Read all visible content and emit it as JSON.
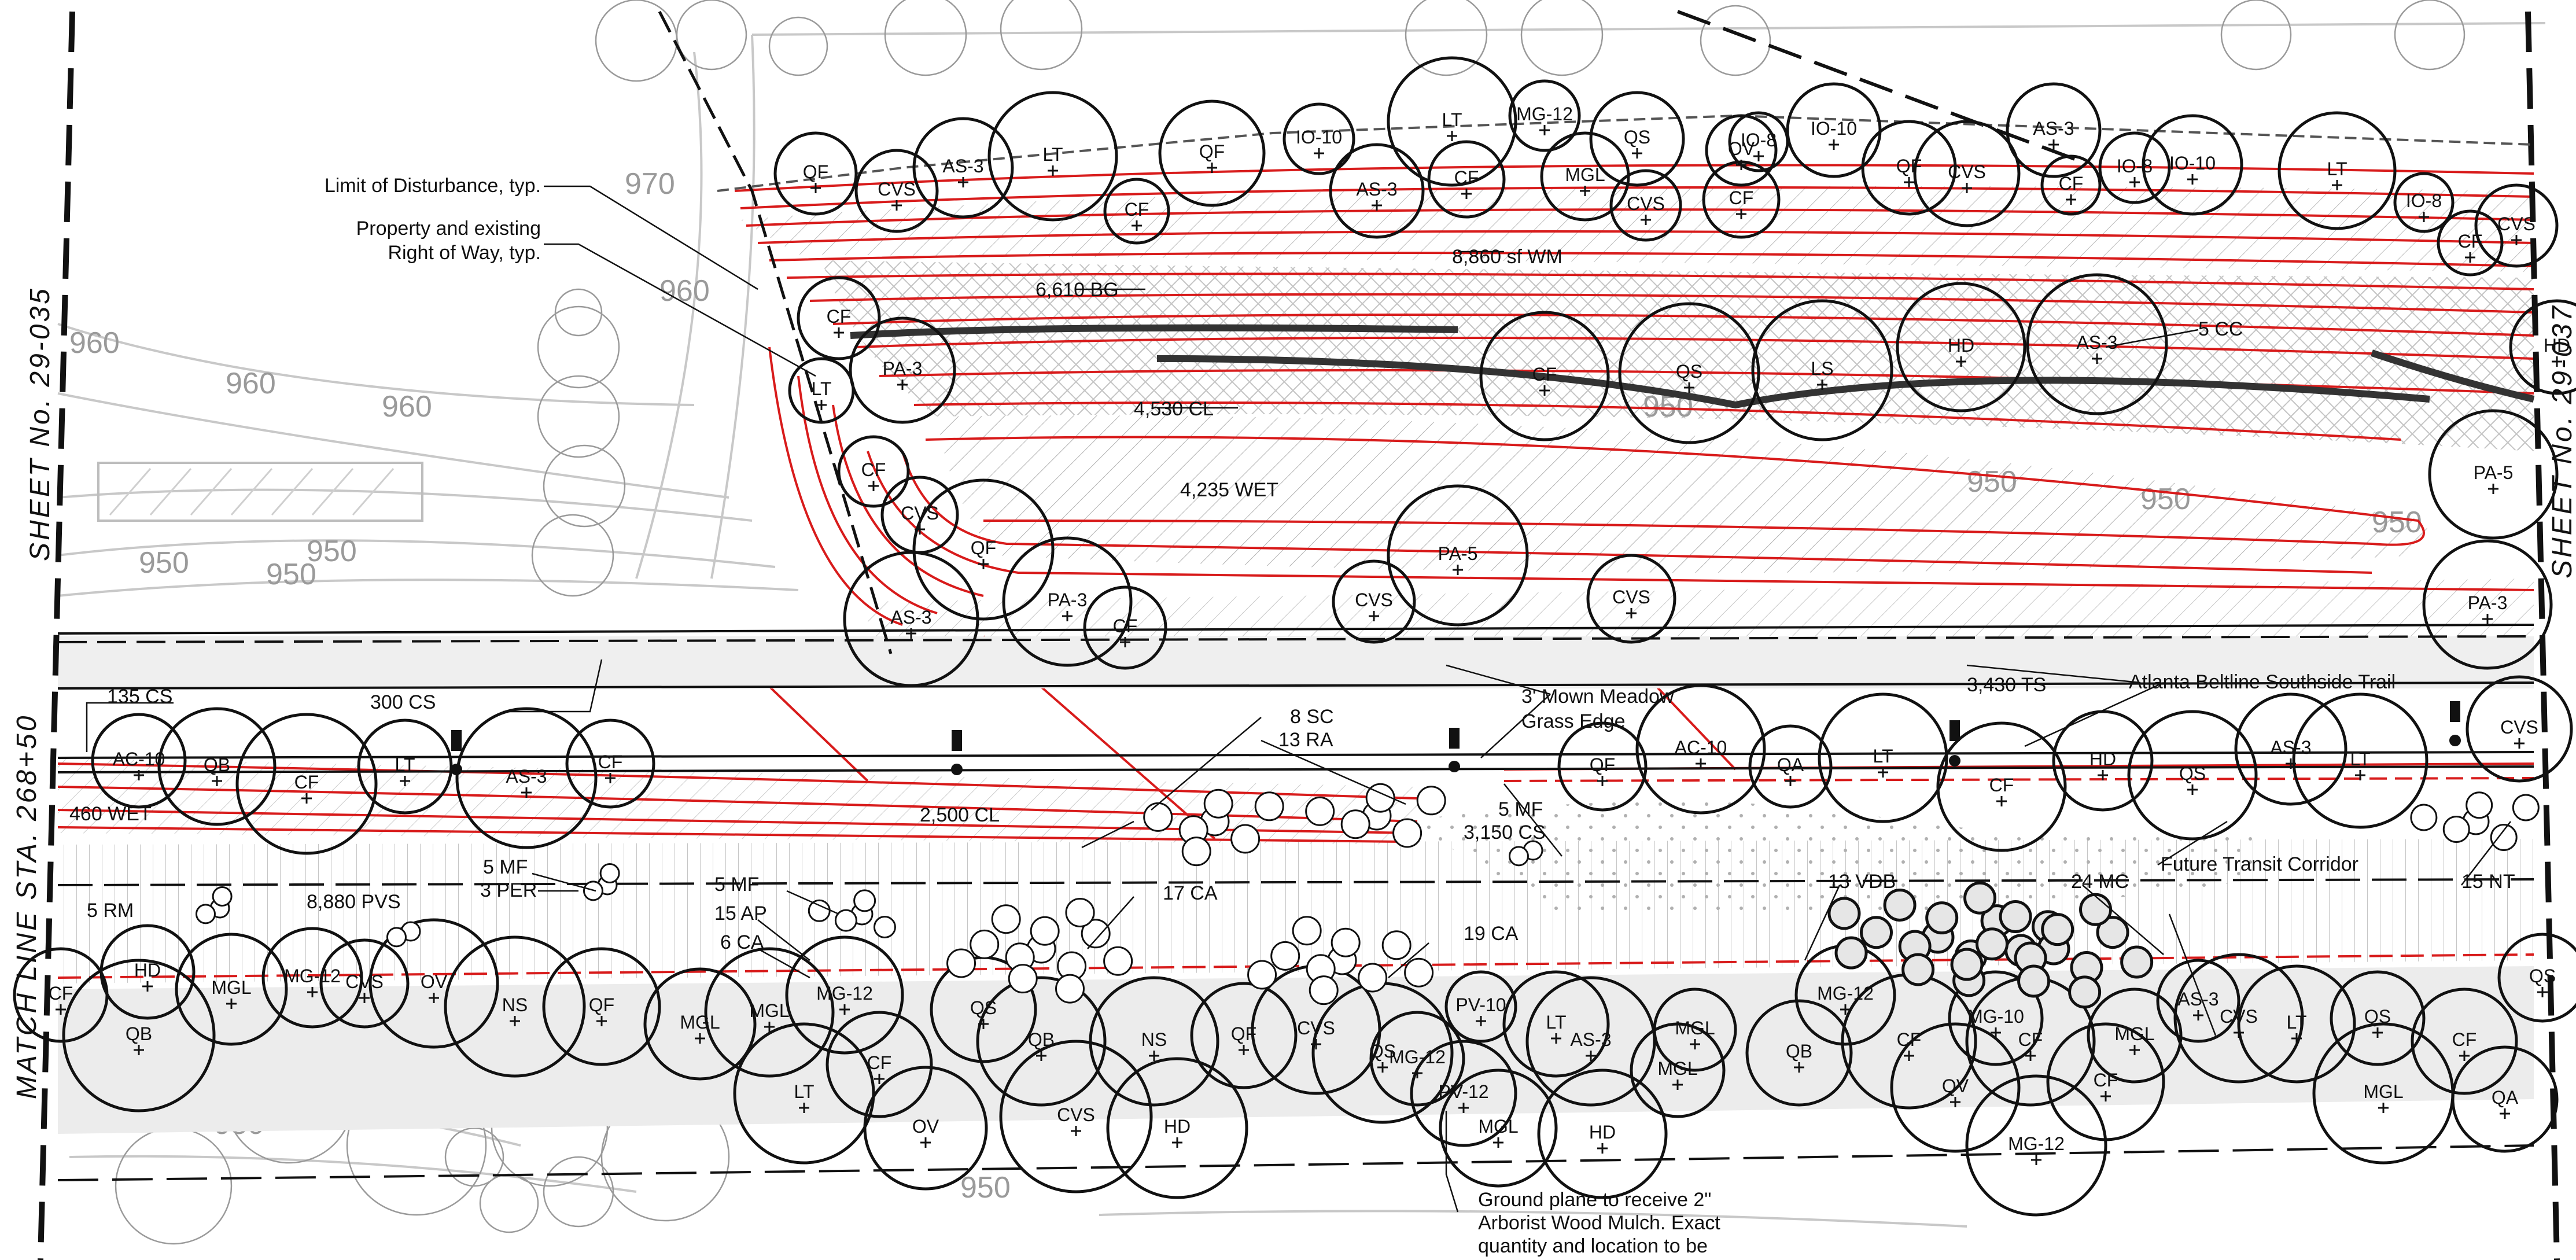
{
  "sheet_refs": {
    "left": "SHEET No. 29-035",
    "right": "SHEET No. 29-037",
    "match_line": "MATCH LINE STA. 268+50"
  },
  "contour_labels": [
    "970",
    "960",
    "960",
    "960",
    "960",
    "950",
    "950",
    "950",
    "950",
    "950",
    "950",
    "950",
    "950",
    "950"
  ],
  "callouts": {
    "lod": "Limit of Disturbance, typ.",
    "property_1": "Property and existing",
    "property_2": "Right of Way, typ.",
    "mown_1": "3' Mown Meadow",
    "mown_2": "Grass Edge",
    "trail": "Atlanta Beltline Southside Trail",
    "transit": "Future Transit Corridor",
    "mulch_1": "Ground plane to receive 2\"",
    "mulch_2": "Arborist Wood Mulch. Exact",
    "mulch_3": "quantity and location to be"
  },
  "area_labels": [
    "8,860 sf WM",
    "6,610 BG",
    "4,530 CL",
    "4,235 WET",
    "5 CC",
    "3,430 TS",
    "135 CS",
    "300 CS",
    "460 WET",
    "2,500 CL",
    "8 SC",
    "13 RA",
    "5 MF",
    "3,150 CS",
    "5 MF",
    "3 PER",
    "5 MF",
    "15 AP",
    "6 CA",
    "17 CA",
    "19 CA",
    "13 VDB",
    "24 MC",
    "15 NT",
    "5 RM",
    "8,880 PVS"
  ],
  "tree_labels": [
    "QF",
    "CVS",
    "AS-3",
    "LT",
    "CF",
    "QF",
    "IO-10",
    "AS-3",
    "LT",
    "MG-12",
    "QS",
    "CF",
    "MGL",
    "CVS",
    "OV",
    "IO-8",
    "CF",
    "IO-10",
    "QF",
    "CVS",
    "AS-3",
    "CF",
    "IO-8",
    "IO-10",
    "LT",
    "IO-8",
    "CF",
    "CVS",
    "CF",
    "PA-3",
    "LT",
    "CF",
    "CVS",
    "QF",
    "AS-3",
    "PA-3",
    "CF",
    "PA-5",
    "CVS",
    "CVS",
    "PA-5",
    "PA-3",
    "CF",
    "QS",
    "LS",
    "HD",
    "AS-3",
    "HD",
    "AC-10",
    "QB",
    "CF",
    "LT",
    "AS-3",
    "CF",
    "QF",
    "AC-10",
    "QA",
    "LT",
    "CF",
    "HD",
    "QS",
    "AS-3",
    "LT",
    "CVS",
    "CF",
    "HD",
    "QB",
    "MGL",
    "MG-12",
    "CVS",
    "OV",
    "NS",
    "QF",
    "MGL",
    "MGL",
    "LT",
    "MG-12",
    "CF",
    "OV",
    "QS",
    "QB",
    "CVS",
    "NS",
    "HD",
    "QF",
    "CVS",
    "QS",
    "MG-12",
    "PV-10",
    "PV-12",
    "MGL",
    "LT",
    "AS-3",
    "HD",
    "MGL",
    "MGL",
    "QB",
    "MG-12",
    "CF",
    "QV",
    "MG-10",
    "CF",
    "MG-12",
    "CF",
    "MGL",
    "AS-3",
    "CVS",
    "LT",
    "QS",
    "MGL",
    "CF",
    "QA",
    "QS",
    "OV",
    "OV",
    "MGL",
    "LT",
    "PV-10",
    "PV-12",
    "CF"
  ]
}
